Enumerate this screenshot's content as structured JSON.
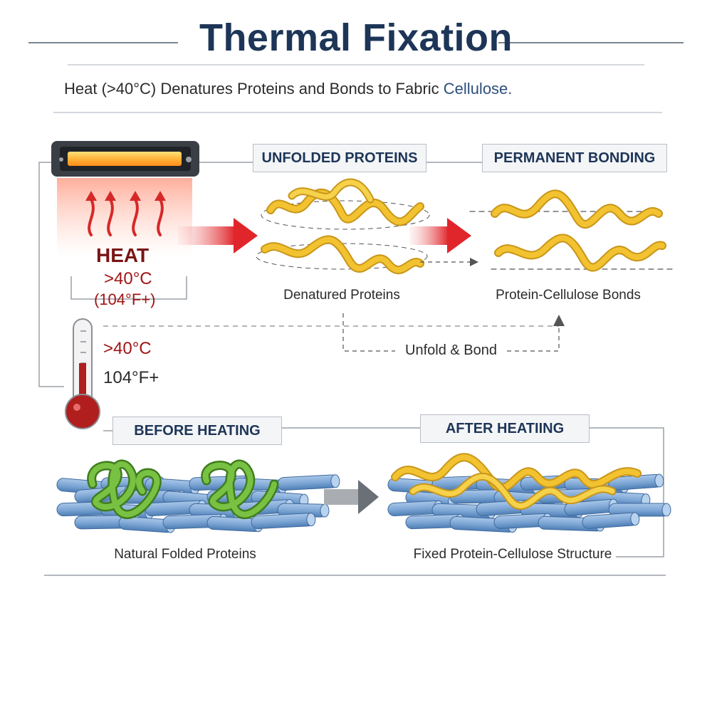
{
  "title": "Thermal Fixation",
  "subtitle": {
    "text": "Heat (>40°C) Denatures Proteins and Bonds to Fabric ",
    "highlight": "Cellulose."
  },
  "heat": {
    "label": "HEAT",
    "celsius": ">40°C",
    "fahrenheit": "(104°F+)"
  },
  "thermometer": {
    "celsius": ">40°C",
    "fahrenheit": "104°F+",
    "fill_fraction": 0.6
  },
  "stages": {
    "unfolded": {
      "tag": "UNFOLDED PROTEINS",
      "caption": "Denatured Proteins"
    },
    "bonding": {
      "tag": "PERMANENT BONDING",
      "caption": "Protein-Cellulose Bonds"
    },
    "before": {
      "tag": "BEFORE HEATING",
      "caption": "Natural Folded Proteins"
    },
    "after": {
      "tag": "AFTER HEATIING",
      "caption": "Fixed Protein-Cellulose Structure"
    }
  },
  "flow_label": "Unfold & Bond",
  "colors": {
    "title": "#1d3557",
    "heat_red": "#d62828",
    "protein_yellow": "#f2c230",
    "protein_green": "#6fb43a",
    "cellulose_blue": "#7fa8d6"
  }
}
